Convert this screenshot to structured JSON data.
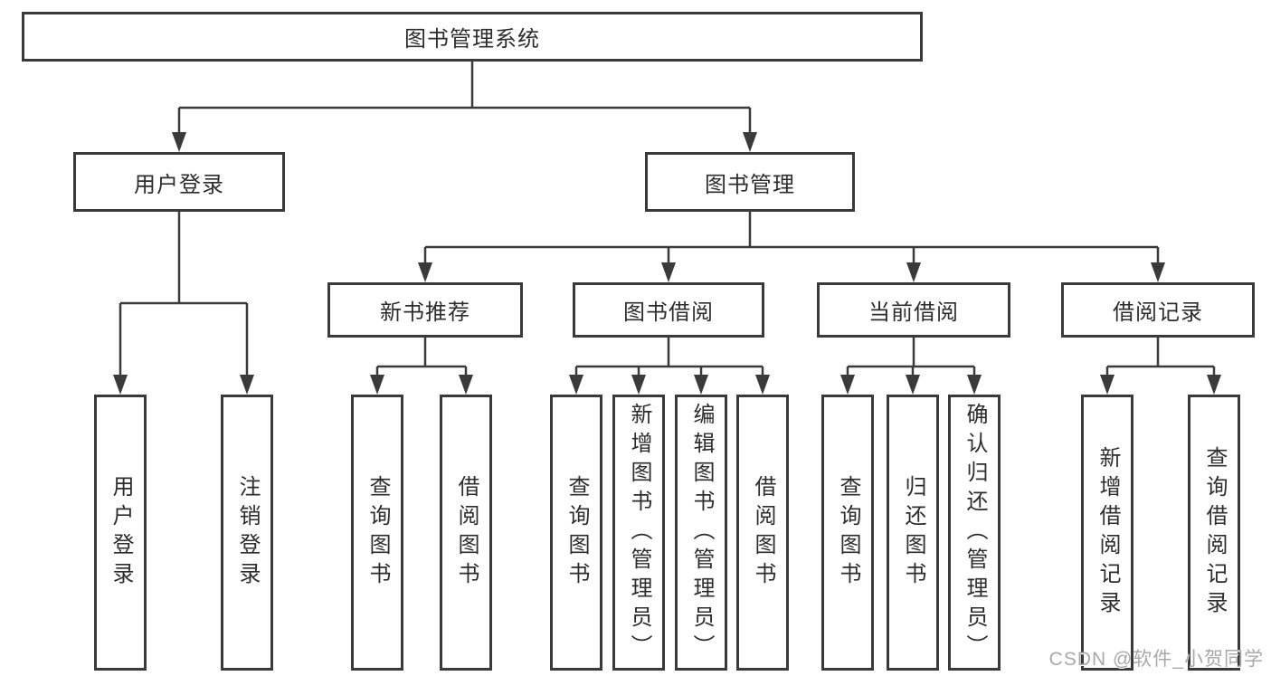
{
  "colors": {
    "line": "#3a3a3a",
    "box_border": "#3a3a3a",
    "text": "#2d2d2d",
    "watermark": "#a9a9a9",
    "background": "#ffffff"
  },
  "watermark": {
    "text": "CSDN @软件_小贺同学"
  },
  "tree": {
    "root": {
      "label": "图书管理系统"
    },
    "children": [
      {
        "label": "用户登录",
        "children": [
          {
            "label": "用户登录"
          },
          {
            "label": "注销登录"
          }
        ]
      },
      {
        "label": "图书管理",
        "children": [
          {
            "label": "新书推荐",
            "children": [
              {
                "label": "查询图书"
              },
              {
                "label": "借阅图书"
              }
            ]
          },
          {
            "label": "图书借阅",
            "children": [
              {
                "label": "查询图书"
              },
              {
                "label": "新增图书（管理员）"
              },
              {
                "label": "编辑图书（管理员）"
              },
              {
                "label": "借阅图书"
              }
            ]
          },
          {
            "label": "当前借阅",
            "children": [
              {
                "label": "查询图书"
              },
              {
                "label": "归还图书"
              },
              {
                "label": "确认归还（管理员）"
              }
            ]
          },
          {
            "label": "借阅记录",
            "children": [
              {
                "label": "新增借阅记录"
              },
              {
                "label": "查询借阅记录"
              }
            ]
          }
        ]
      }
    ]
  }
}
